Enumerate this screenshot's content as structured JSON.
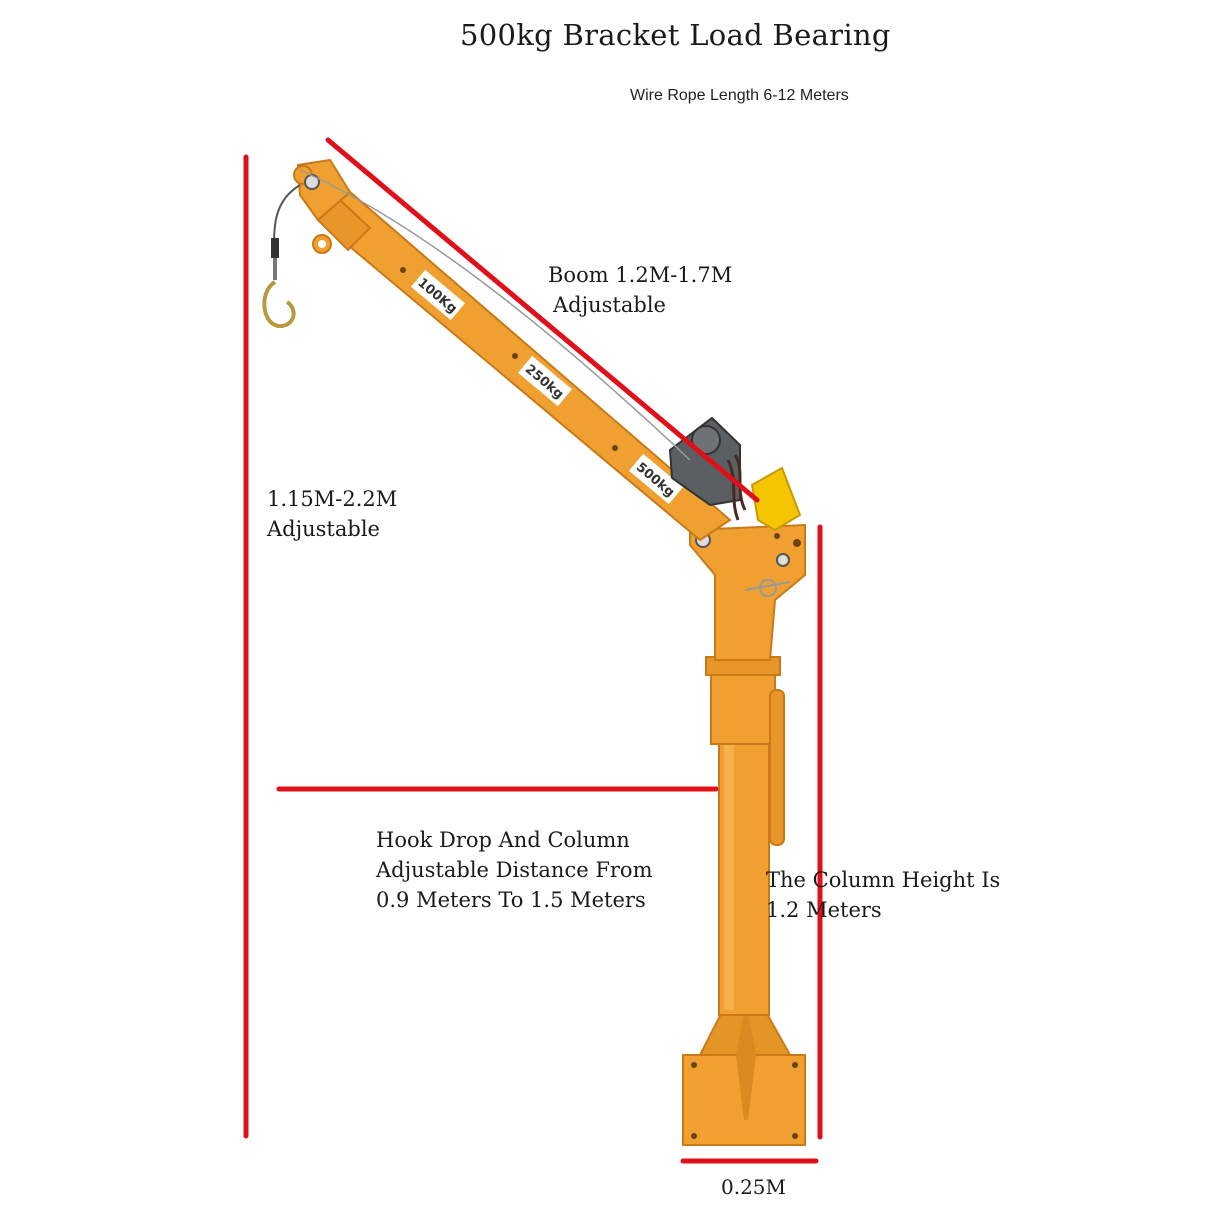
{
  "title": "500kg Bracket Load Bearing",
  "subtitle": "Wire Rope Length 6-12 Meters",
  "labels": {
    "boom_line1": "Boom 1.2M-1.7M",
    "boom_line2": "Adjustable",
    "height_line1": "1.15M-2.2M",
    "height_line2": "Adjustable",
    "hookdrop_line1": "Hook Drop And Column",
    "hookdrop_line2": "Adjustable Distance From",
    "hookdrop_line3": "0.9 Meters To 1.5 Meters",
    "column_line1": "The Column Height Is",
    "column_line2": "1.2 Meters",
    "base": "0.25M"
  },
  "boom_markings": [
    "100Kg",
    "250kg",
    "500kg"
  ],
  "colors": {
    "dimension_line": "#e0101a",
    "crane_body": "#f0a030",
    "crane_shadow": "#c97a18",
    "winch": "#5a5f63",
    "motor_cover": "#f5c400",
    "steel": "#8a8a8a"
  },
  "icons": [
    "hook-icon",
    "winch-motor-icon"
  ]
}
